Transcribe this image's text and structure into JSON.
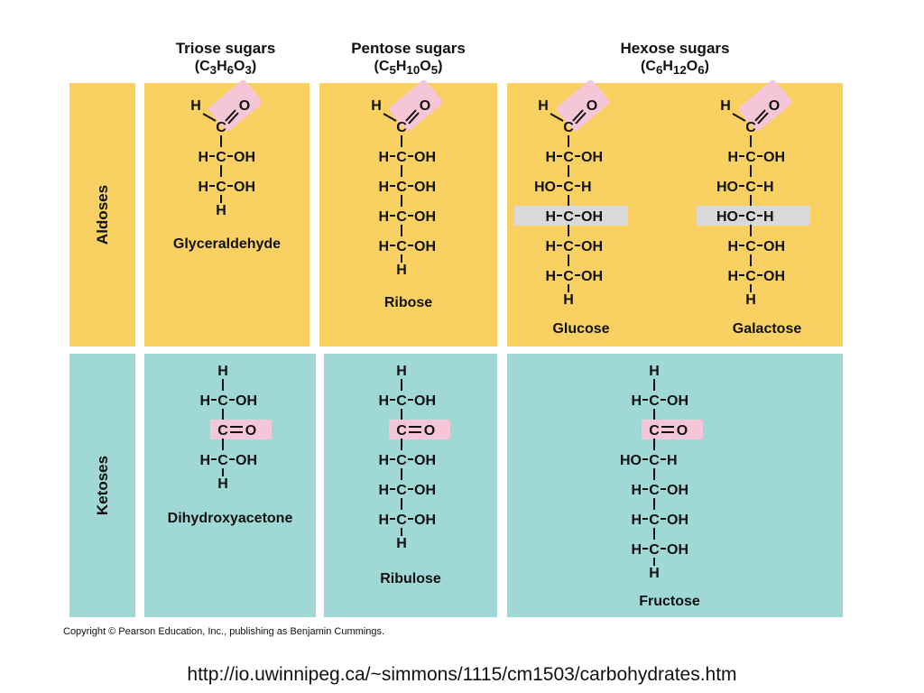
{
  "columns": [
    {
      "title": "Triose sugars",
      "formula": [
        "C",
        "3",
        "H",
        "6",
        "O",
        "3"
      ]
    },
    {
      "title": "Pentose sugars",
      "formula": [
        "C",
        "5",
        "H",
        "10",
        "O",
        "5"
      ]
    },
    {
      "title": "Hexose sugars",
      "formula": [
        "C",
        "6",
        "H",
        "12",
        "O",
        "6"
      ]
    }
  ],
  "rows": [
    "Aldoses",
    "Ketoses"
  ],
  "colors": {
    "aldose_panel": "#f9d162",
    "ketose_panel": "#9fd8d5",
    "carbonyl_highlight": "#f4c6d8",
    "isomer_highlight": "#d9d9d9"
  },
  "molecules": {
    "glyceraldehyde": {
      "name": "Glyceraldehyde",
      "top": "H",
      "carbonyl": "O",
      "rows": [
        [
          "H",
          "OH"
        ],
        [
          "H",
          "OH"
        ]
      ],
      "bottom": "H"
    },
    "ribose": {
      "name": "Ribose",
      "top": "H",
      "carbonyl": "O",
      "rows": [
        [
          "H",
          "OH"
        ],
        [
          "H",
          "OH"
        ],
        [
          "H",
          "OH"
        ],
        [
          "H",
          "OH"
        ]
      ],
      "bottom": "H"
    },
    "glucose": {
      "name": "Glucose",
      "top": "H",
      "carbonyl": "O",
      "rows": [
        [
          "H",
          "OH"
        ],
        [
          "HO",
          "H"
        ],
        [
          "H",
          "OH"
        ],
        [
          "H",
          "OH"
        ],
        [
          "H",
          "OH"
        ]
      ],
      "bottom": "H"
    },
    "galactose": {
      "name": "Galactose",
      "top": "H",
      "carbonyl": "O",
      "rows": [
        [
          "H",
          "OH"
        ],
        [
          "HO",
          "H"
        ],
        [
          "HO",
          "H"
        ],
        [
          "H",
          "OH"
        ],
        [
          "H",
          "OH"
        ]
      ],
      "bottom": "H"
    },
    "dihydroxyacetone": {
      "name": "Dihydroxyacetone",
      "top": "H",
      "first": [
        "H",
        "OH"
      ],
      "carbonyl": "C=O",
      "rows": [
        [
          "H",
          "OH"
        ]
      ],
      "bottom": "H"
    },
    "ribulose": {
      "name": "Ribulose",
      "top": "H",
      "first": [
        "H",
        "OH"
      ],
      "carbonyl": "C=O",
      "rows": [
        [
          "H",
          "OH"
        ],
        [
          "H",
          "OH"
        ],
        [
          "H",
          "OH"
        ]
      ],
      "bottom": "H"
    },
    "fructose": {
      "name": "Fructose",
      "top": "H",
      "first": [
        "H",
        "OH"
      ],
      "carbonyl": "C=O",
      "rows": [
        [
          "HO",
          "H"
        ],
        [
          "H",
          "OH"
        ],
        [
          "H",
          "OH"
        ],
        [
          "H",
          "OH"
        ]
      ],
      "bottom": "H"
    }
  },
  "copyright": "Copyright © Pearson Education, Inc., publishing as Benjamin Cummings.",
  "url": "http://io.uwinnipeg.ca/~simmons/1115/cm1503/carbohydrates.htm"
}
